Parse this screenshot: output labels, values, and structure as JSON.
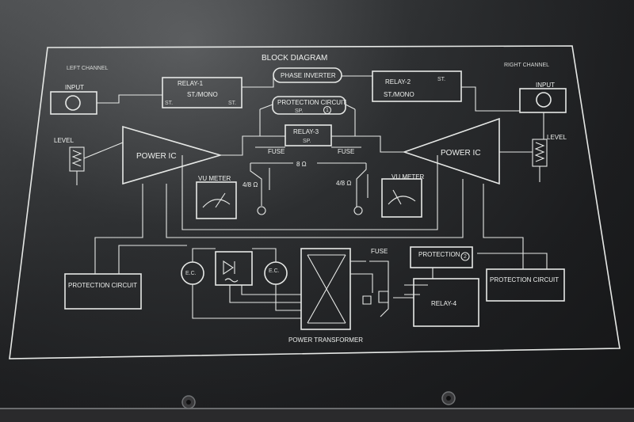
{
  "diagram": {
    "title": "BLOCK DIAGRAM",
    "left_channel_label": "LEFT CHANNEL",
    "right_channel_label": "RIGHT CHANNEL",
    "input_left": "INPUT",
    "input_right": "INPUT",
    "level_left": "LEVEL",
    "level_right": "LEVEL",
    "relay1": "RELAY-1",
    "relay1_mode": "ST./MONO",
    "relay1_st_left": "ST.",
    "relay1_st_right": "ST.",
    "relay2": "RELAY-2",
    "relay2_mode": "ST./MONO",
    "relay2_st": "ST.",
    "phase_inverter": "PHASE INVERTER",
    "protection_circuit_1": "PROTECTION CIRCUIT",
    "sp_1": "SP.",
    "badge_1": "1",
    "relay3": "RELAY-3",
    "sp_relay3": "SP.",
    "power_ic_left": "POWER IC",
    "power_ic_right": "POWER IC",
    "fuse_left": "FUSE",
    "fuse_right": "FUSE",
    "ohm_8": "8 Ω",
    "vu_meter_left": "VU METER",
    "vu_meter_right": "VU METER",
    "ohm_48_left": "4/8 Ω",
    "ohm_48_right": "4/8 Ω",
    "protection_circuit_left": "PROTECTION CIRCUIT",
    "protection_circuit_right": "PROTECTION CIRCUIT",
    "ec_left": "E.C.",
    "ec_right": "E.C.",
    "fuse_main": "FUSE",
    "protection_2": "PROTECTION",
    "badge_2": "2",
    "relay4": "RELAY-4",
    "power_transformer": "POWER TRANSFORMER"
  },
  "colors": {
    "panel": "#1c1d1f",
    "print": "#e6e8e6"
  }
}
